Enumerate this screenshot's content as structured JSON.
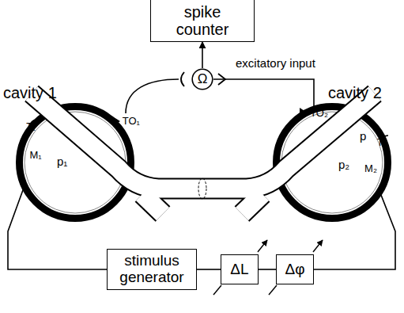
{
  "diagram": {
    "nodes": [
      {
        "text": [
          "spike counter"
        ]
      },
      {
        "text": [
          "Ω"
        ]
      },
      {
        "text": [
          "cavity 1",
          "p₁"
        ]
      },
      {
        "text": [
          "TO₁"
        ],
        "in": 2
      },
      {
        "text": [
          "T₁"
        ],
        "in": 2
      },
      {
        "text": [
          "M₁"
        ],
        "in": 2
      },
      {
        "text": [
          "cavity 2",
          "p",
          "p₂"
        ]
      },
      {
        "text": [
          "TO₂"
        ],
        "in": 6
      },
      {
        "text": [
          "T₂"
        ],
        "in": 6
      },
      {
        "text": [
          "M₂"
        ],
        "in": 6
      },
      {
        "text": [
          "stimulus generator"
        ]
      },
      {
        "text": [
          "ΔL"
        ]
      },
      {
        "text": [
          "Δφ"
        ]
      }
    ],
    "edges": [
      {
        "from": 1,
        "to": 0,
        "arrow": "to"
      },
      {
        "from": 7,
        "to": 1,
        "label": "excitatory input",
        "arrow": "none"
      },
      {
        "from": 10,
        "to": 5,
        "arrow": "to"
      },
      {
        "from": 10,
        "to": 11,
        "arrow": "none"
      },
      {
        "from": 11,
        "to": 12,
        "arrow": "none"
      },
      {
        "from": 12,
        "to": 9,
        "arrow": "to"
      }
    ]
  }
}
